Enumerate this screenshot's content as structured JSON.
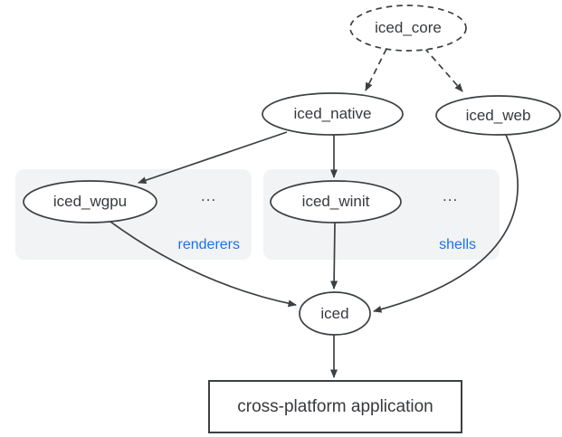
{
  "colors": {
    "line": "#3c4043",
    "node_text": "#37393c",
    "node_fill": "#ffffff",
    "group_bg": "#f1f3f4",
    "group_label_text": "#1a73e8"
  },
  "nodes": {
    "iced_core": {
      "label": "iced_core",
      "shape": "dashed-ellipse"
    },
    "iced_native": {
      "label": "iced_native",
      "shape": "ellipse"
    },
    "iced_web": {
      "label": "iced_web",
      "shape": "ellipse"
    },
    "iced_wgpu": {
      "label": "iced_wgpu",
      "shape": "ellipse"
    },
    "iced_winit": {
      "label": "iced_winit",
      "shape": "ellipse"
    },
    "iced": {
      "label": "iced",
      "shape": "ellipse"
    },
    "app": {
      "label": "cross-platform application",
      "shape": "rect"
    }
  },
  "groups": {
    "renderers": {
      "label": "renderers",
      "ellipsis": "..."
    },
    "shells": {
      "label": "shells",
      "ellipsis": "..."
    }
  },
  "edges": [
    {
      "from": "iced_core",
      "to": "iced_native",
      "style": "dashed"
    },
    {
      "from": "iced_core",
      "to": "iced_web",
      "style": "dashed"
    },
    {
      "from": "iced_native",
      "to": "iced_wgpu",
      "style": "solid"
    },
    {
      "from": "iced_native",
      "to": "iced_winit",
      "style": "solid"
    },
    {
      "from": "iced_wgpu",
      "to": "iced",
      "style": "solid"
    },
    {
      "from": "iced_winit",
      "to": "iced",
      "style": "solid"
    },
    {
      "from": "iced_web",
      "to": "iced",
      "style": "solid"
    },
    {
      "from": "iced",
      "to": "app",
      "style": "solid"
    }
  ]
}
